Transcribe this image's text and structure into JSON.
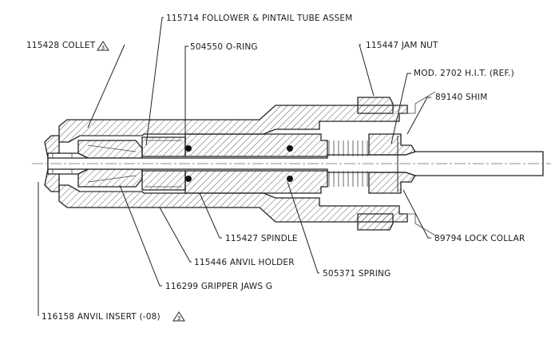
{
  "labels": {
    "follower": "115714 FOLLOWER & PINTAIL TUBE ASSEM",
    "collet": "115428 COLLET",
    "oring": "504550 O-RING",
    "jam_nut": "115447 JAM NUT",
    "hit_ref": "MOD. 2702 H.I.T. (REF.)",
    "shim": "89140 SHIM",
    "spindle": "115427 SPINDLE",
    "anvil_holder": "115446 ANVIL HOLDER",
    "gripper_jaws": "116299 GRIPPER JAWS G",
    "spring": "505371 SPRING",
    "lock_collar": "89794 LOCK COLLAR",
    "anvil_insert": "116158 ANVIL INSERT (-08)"
  },
  "revision_mark": "3"
}
